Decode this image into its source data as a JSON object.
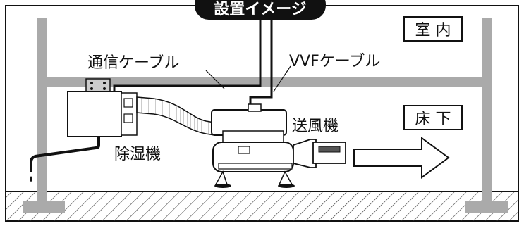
{
  "title": "設置イメージ",
  "labels": {
    "indoor": "室 内",
    "underfloor": "床 下",
    "comm_cable": "通信ケーブル",
    "vvf_cable": "VVFケーブル",
    "blower": "送風機",
    "dehumidifier": "除湿機"
  }
}
